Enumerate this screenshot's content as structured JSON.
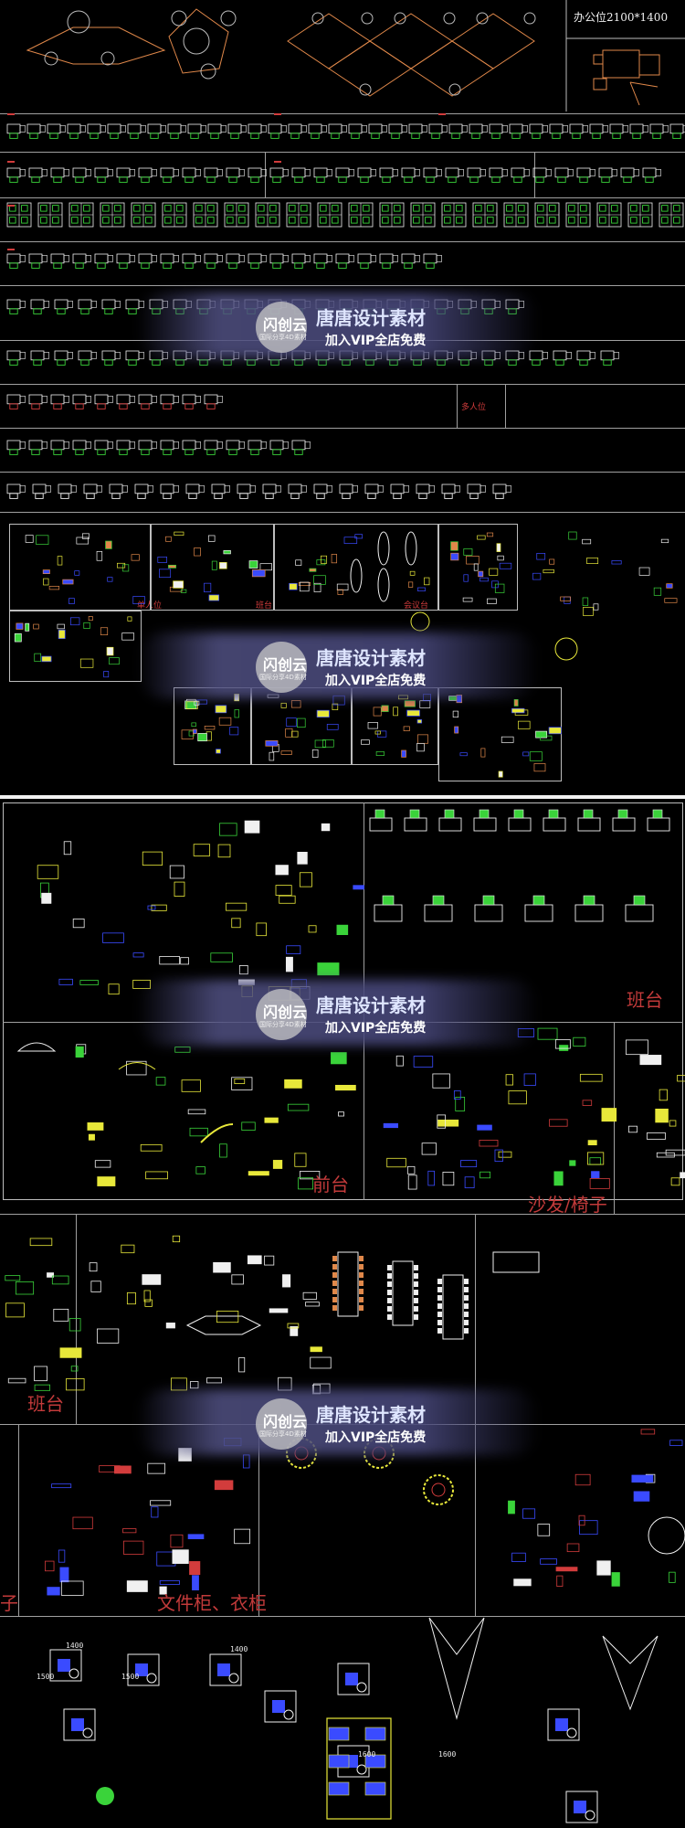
{
  "top_block": {
    "title_label": "办公位2100*1400"
  },
  "small_red_labels": [
    "多人位",
    "班台",
    "会议台",
    "单人位"
  ],
  "watermark": {
    "brand": "闪创云",
    "brand_sub": "国际分享4D素材",
    "title": "唐唐设计素材",
    "subtitle": "加入VIP全店免费"
  },
  "section_labels": {
    "boss_desk_1": "班台",
    "reception": "前台",
    "sofa_chair": "沙发/椅子",
    "boss_desk_2": "班台",
    "cabinet": "文件柜、衣柜",
    "chair_fragment": "子"
  },
  "dimensions": [
    "1400",
    "1500",
    "1500",
    "1400",
    "1600",
    "1600"
  ],
  "colors": {
    "background": "#000000",
    "cad_yellow": "#e8e83a",
    "cad_green": "#3ad33a",
    "cad_blue": "#3a4bff",
    "cad_red": "#d23c3c",
    "cad_orange": "#e0884a",
    "cad_white": "#f0f0f0",
    "border_gray": "#bdbdbd"
  }
}
